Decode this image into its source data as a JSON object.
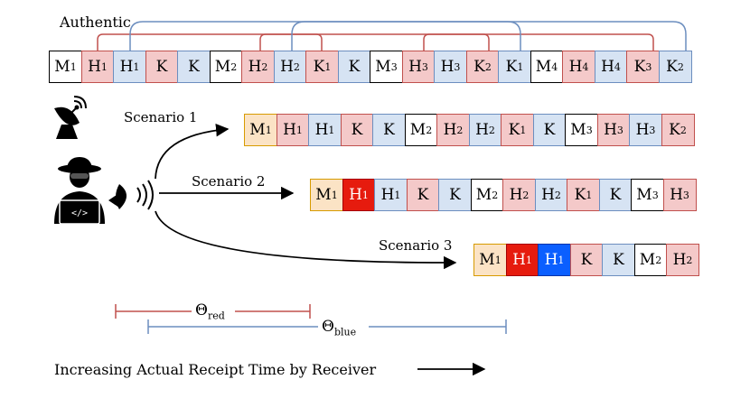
{
  "labels": {
    "authentic": "Authentic",
    "scenario1": "Scenario 1",
    "scenario2": "Scenario 2",
    "scenario3": "Scenario 3",
    "theta_red": "Θ",
    "theta_red_sub": "red",
    "theta_blue": "Θ",
    "theta_blue_sub": "blue",
    "footer": "Increasing Actual Receipt Time by Receiver"
  },
  "colors": {
    "red_link": "#c0504d",
    "blue_link": "#6c8ebf",
    "red_fill": "#f4c9c9",
    "blue_fill": "#d6e3f3",
    "spoof_msg_fill": "#fbe3c5",
    "forged_red": "#e61b0e",
    "forged_blue": "#0b5fff"
  },
  "rows": {
    "authentic": [
      {
        "t": "M",
        "s": "1",
        "c": "m"
      },
      {
        "t": "H",
        "s": "1",
        "c": "h"
      },
      {
        "t": "H",
        "s": "1",
        "c": "hb"
      },
      {
        "t": "K",
        "s": "",
        "c": "k"
      },
      {
        "t": "K",
        "s": "",
        "c": "kb"
      },
      {
        "t": "M",
        "s": "2",
        "c": "m"
      },
      {
        "t": "H",
        "s": "2",
        "c": "h"
      },
      {
        "t": "H",
        "s": "2",
        "c": "hb"
      },
      {
        "t": "K",
        "s": "1",
        "c": "k"
      },
      {
        "t": "K",
        "s": "",
        "c": "kb"
      },
      {
        "t": "M",
        "s": "3",
        "c": "m"
      },
      {
        "t": "H",
        "s": "3",
        "c": "h"
      },
      {
        "t": "H",
        "s": "3",
        "c": "hb"
      },
      {
        "t": "K",
        "s": "2",
        "c": "k"
      },
      {
        "t": "K",
        "s": "1",
        "c": "kb"
      },
      {
        "t": "M",
        "s": "4",
        "c": "m"
      },
      {
        "t": "H",
        "s": "4",
        "c": "h"
      },
      {
        "t": "H",
        "s": "4",
        "c": "hb"
      },
      {
        "t": "K",
        "s": "3",
        "c": "k"
      },
      {
        "t": "K",
        "s": "2",
        "c": "kb"
      }
    ],
    "scenario1": [
      {
        "t": "M",
        "s": "1",
        "c": "ms"
      },
      {
        "t": "H",
        "s": "1",
        "c": "h"
      },
      {
        "t": "H",
        "s": "1",
        "c": "hb"
      },
      {
        "t": "K",
        "s": "",
        "c": "k"
      },
      {
        "t": "K",
        "s": "",
        "c": "kb"
      },
      {
        "t": "M",
        "s": "2",
        "c": "m"
      },
      {
        "t": "H",
        "s": "2",
        "c": "h"
      },
      {
        "t": "H",
        "s": "2",
        "c": "hb"
      },
      {
        "t": "K",
        "s": "1",
        "c": "k"
      },
      {
        "t": "K",
        "s": "",
        "c": "kb"
      },
      {
        "t": "M",
        "s": "3",
        "c": "m"
      },
      {
        "t": "H",
        "s": "3",
        "c": "h"
      },
      {
        "t": "H",
        "s": "3",
        "c": "hb"
      },
      {
        "t": "K",
        "s": "2",
        "c": "k"
      }
    ],
    "scenario2": [
      {
        "t": "M",
        "s": "1",
        "c": "ms"
      },
      {
        "t": "H",
        "s": "1",
        "c": "hr"
      },
      {
        "t": "H",
        "s": "1",
        "c": "hb"
      },
      {
        "t": "K",
        "s": "",
        "c": "k"
      },
      {
        "t": "K",
        "s": "",
        "c": "kb"
      },
      {
        "t": "M",
        "s": "2",
        "c": "m"
      },
      {
        "t": "H",
        "s": "2",
        "c": "h"
      },
      {
        "t": "H",
        "s": "2",
        "c": "hb"
      },
      {
        "t": "K",
        "s": "1",
        "c": "k"
      },
      {
        "t": "K",
        "s": "",
        "c": "kb"
      },
      {
        "t": "M",
        "s": "3",
        "c": "m"
      },
      {
        "t": "H",
        "s": "3",
        "c": "h"
      }
    ],
    "scenario3": [
      {
        "t": "M",
        "s": "1",
        "c": "ms"
      },
      {
        "t": "H",
        "s": "1",
        "c": "hr"
      },
      {
        "t": "H",
        "s": "1",
        "c": "hbl"
      },
      {
        "t": "K",
        "s": "",
        "c": "k"
      },
      {
        "t": "K",
        "s": "",
        "c": "kb"
      },
      {
        "t": "M",
        "s": "2",
        "c": "m"
      },
      {
        "t": "H",
        "s": "2",
        "c": "h"
      }
    ]
  }
}
